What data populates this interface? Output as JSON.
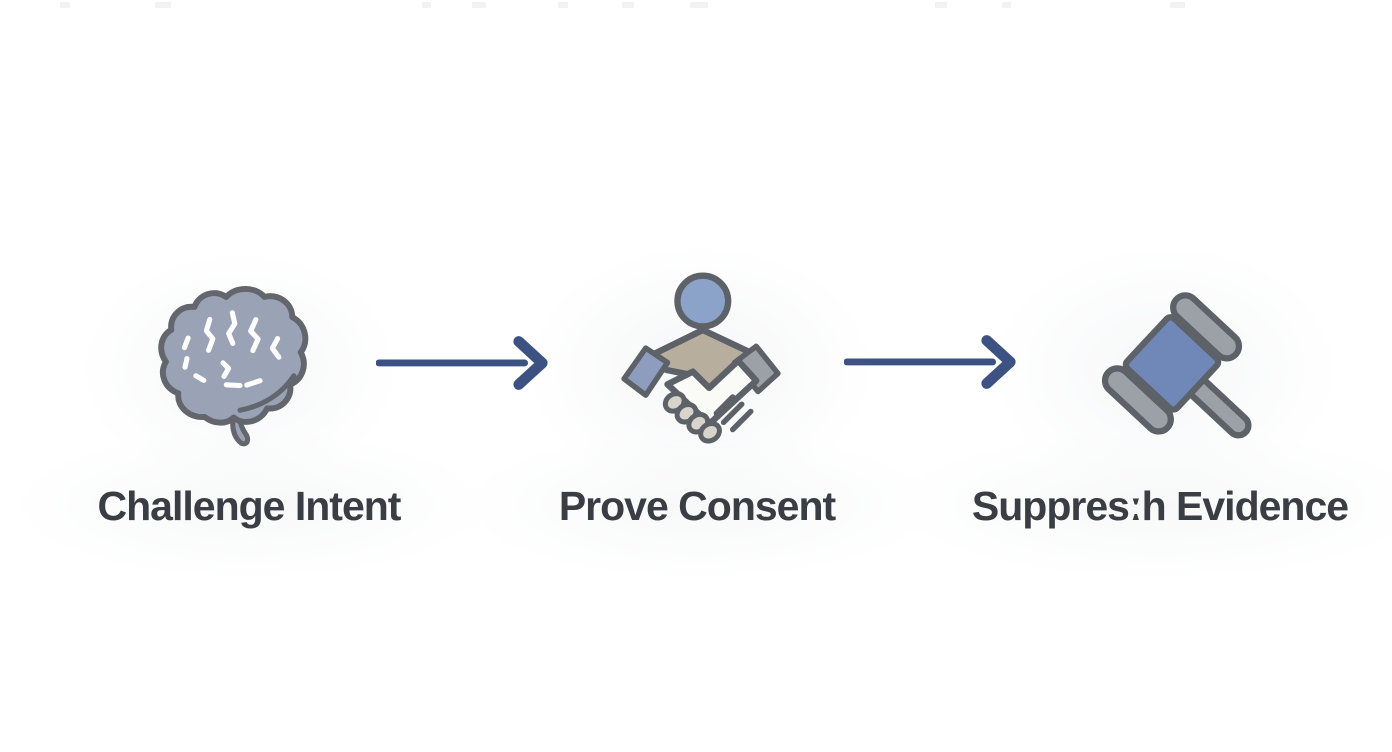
{
  "diagram": {
    "type": "flow",
    "direction": "left-to-right",
    "steps": [
      {
        "icon": "brain",
        "label": "Challenge Intent"
      },
      {
        "icon": "handshake-with-person",
        "label": "Prove Consent"
      },
      {
        "icon": "gavel",
        "label": "Suppresːh Evidence"
      }
    ],
    "connector_icon": "arrow-right",
    "colors": {
      "background": "#ffffff",
      "label_text": "#3a3e44",
      "arrow_navy": "#3c5282",
      "icon_outline": "#5d6269",
      "head_circle_blue": "#8ba2c9",
      "cuff_blue": "#8e9cbd",
      "gavel_head_blue": "#7088b8",
      "steel_gray": "#9ba1a7",
      "brain_fill": "#9aa2b6",
      "hand_tan": "#b7ae9e"
    }
  }
}
